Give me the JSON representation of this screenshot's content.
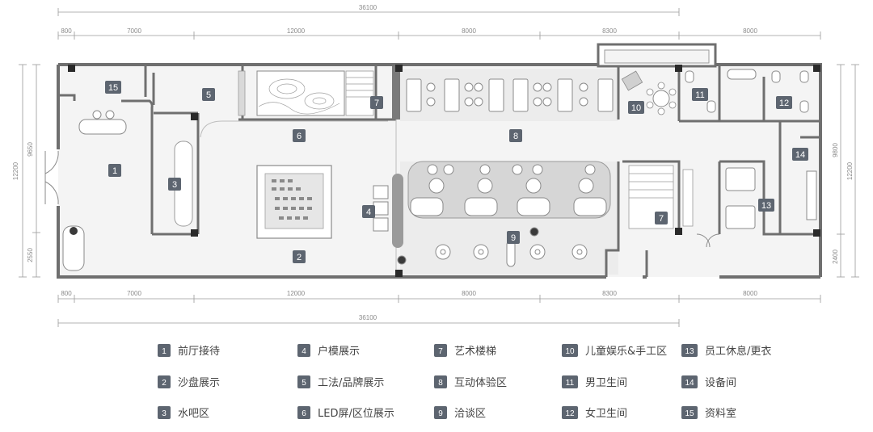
{
  "dimensions": {
    "top_total": "36100",
    "top_segments": [
      "800",
      "7000",
      "12000",
      "8000",
      "8300",
      "8000"
    ],
    "bottom_total": "36100",
    "bottom_segments": [
      "800",
      "7000",
      "12000",
      "8000",
      "8300",
      "8000"
    ],
    "left_total": "12200",
    "left_upper": "9650",
    "left_lower": "2550",
    "right_total": "12200",
    "right_upper": "9800",
    "right_lower": "2400"
  },
  "zones": [
    {
      "num": "1",
      "label": "前厅接待"
    },
    {
      "num": "2",
      "label": "沙盘展示"
    },
    {
      "num": "3",
      "label": "水吧区"
    },
    {
      "num": "4",
      "label": "户模展示"
    },
    {
      "num": "5",
      "label": "工法/品牌展示"
    },
    {
      "num": "6",
      "label": "LED屏/区位展示"
    },
    {
      "num": "7",
      "label": "艺术楼梯"
    },
    {
      "num": "8",
      "label": "互动体验区"
    },
    {
      "num": "9",
      "label": "洽谈区"
    },
    {
      "num": "10",
      "label": "儿童娱乐&手工区"
    },
    {
      "num": "11",
      "label": "男卫生间"
    },
    {
      "num": "12",
      "label": "女卫生间"
    },
    {
      "num": "13",
      "label": "员工休息/更衣"
    },
    {
      "num": "14",
      "label": "设备间"
    },
    {
      "num": "15",
      "label": "资料室"
    }
  ],
  "plan_badges": [
    "15",
    "5",
    "7",
    "1",
    "6",
    "8",
    "3",
    "4",
    "2",
    "9",
    "10",
    "11",
    "12",
    "14",
    "13",
    "7"
  ],
  "colors": {
    "badge": "#5d6570",
    "wall": "#6f6f6f",
    "column": "#2a2a2a",
    "dim_line": "#9a9a9a",
    "legend_text": "#444444"
  }
}
